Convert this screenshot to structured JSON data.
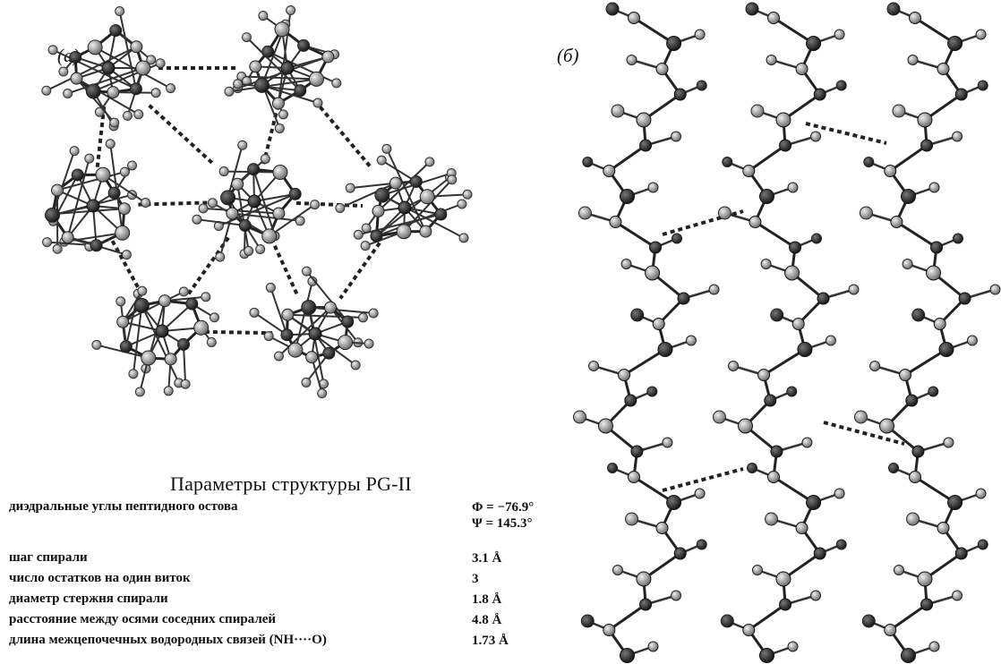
{
  "panels": {
    "a_label": "(a)",
    "b_label": "(б)"
  },
  "table": {
    "title": "Параметры структуры PG-II",
    "rows": [
      {
        "name": "диэдральные углы пептидного остова",
        "values": [
          "Φ = −76.9°",
          "Ψ = 145.3°"
        ]
      },
      {
        "name": "шаг спирали",
        "values": [
          "3.1 Å"
        ]
      },
      {
        "name": "число остатков на один виток",
        "values": [
          "3"
        ]
      },
      {
        "name": "диаметр стержня спирали",
        "values": [
          "1.8 Å"
        ]
      },
      {
        "name": "расстояние между осями соседних спиралей",
        "values": [
          "4.8 Å"
        ]
      },
      {
        "name": "длина межцепочечных водородных связей (NH····O)",
        "values": [
          "1.73 Å"
        ]
      }
    ]
  },
  "colors": {
    "atom_dark": "#1a1a1a",
    "atom_grey": "#8a8a8a",
    "atom_light": "#c8c8c8",
    "bond": "#222222"
  }
}
